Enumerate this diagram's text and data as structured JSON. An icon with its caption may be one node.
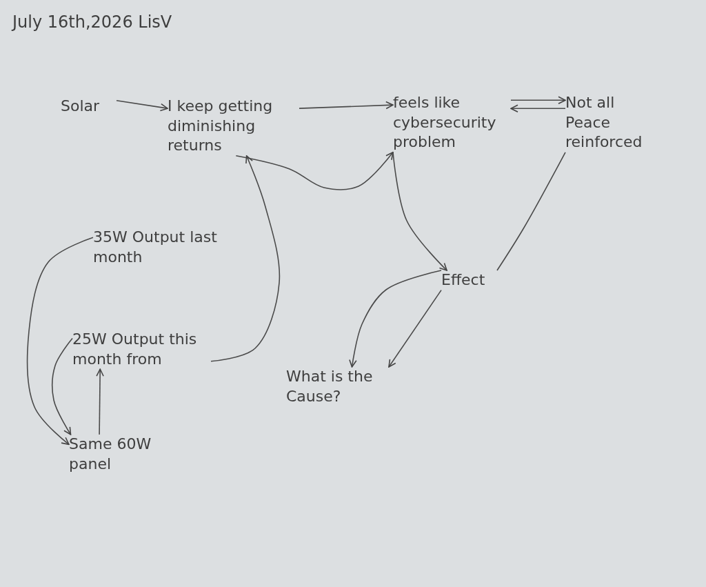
{
  "diagram": {
    "title": "July 16th,2026 LisV",
    "nodes": [
      {
        "text": [
          "Solar"
        ]
      },
      {
        "text": [
          "I keep getting diminishing returns"
        ]
      },
      {
        "text": [
          "feels like cybersecurity problem"
        ]
      },
      {
        "text": [
          "Not all Peace reinforced"
        ]
      },
      {
        "text": [
          "Effect"
        ]
      },
      {
        "text": [
          "35W Output last month"
        ]
      },
      {
        "text": [
          "25W Output this month from"
        ]
      },
      {
        "text": [
          "Same 60W panel"
        ]
      },
      {
        "text": [
          "What is the Cause?"
        ]
      }
    ],
    "edges": [
      {
        "from": 0,
        "to": 1,
        "arrow": "to"
      },
      {
        "from": 1,
        "to": 2,
        "arrow": "to"
      },
      {
        "from": 2,
        "to": 3,
        "arrow": "to"
      },
      {
        "from": 3,
        "to": 2,
        "arrow": "to"
      },
      {
        "from": 1,
        "to": 2,
        "arrow": "to"
      },
      {
        "from": 6,
        "to": 1,
        "arrow": "to"
      },
      {
        "from": 2,
        "to": 4,
        "arrow": "to"
      },
      {
        "from": 3,
        "to": 4,
        "arrow": "none"
      },
      {
        "from": 4,
        "to": 8,
        "arrow": "to"
      },
      {
        "from": 4,
        "to": 8,
        "arrow": "to"
      },
      {
        "from": 5,
        "to": 7,
        "arrow": "to"
      },
      {
        "from": 6,
        "to": 7,
        "arrow": "to"
      },
      {
        "from": 7,
        "to": 6,
        "arrow": "to"
      }
    ]
  }
}
